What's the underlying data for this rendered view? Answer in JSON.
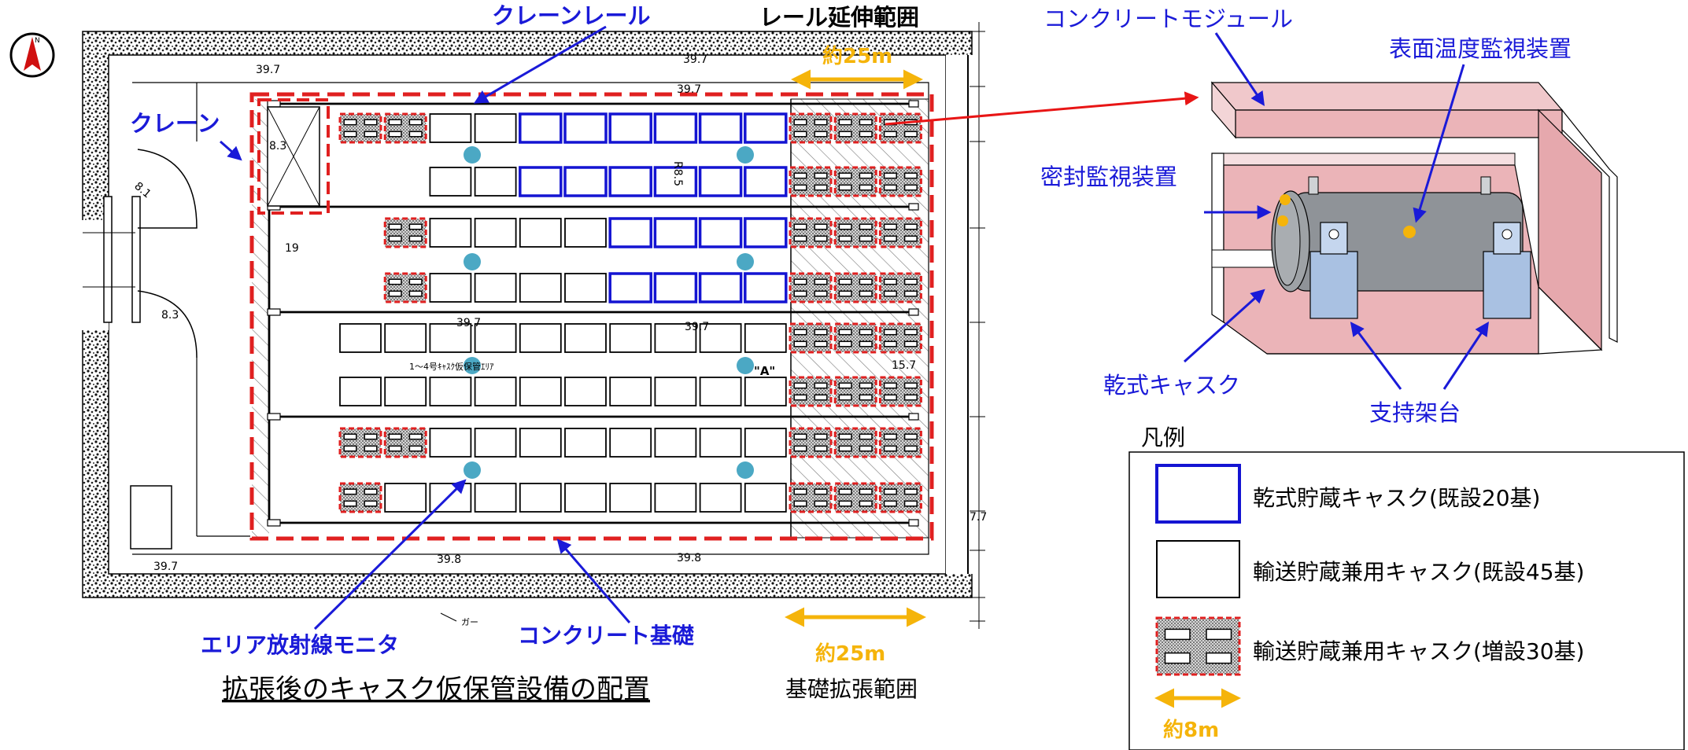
{
  "title": "拡張後のキャスク仮保管設備の配置",
  "compass": {
    "letter": "N"
  },
  "labels": {
    "crane_rail": "クレーンレール",
    "rail_extension": "レール延伸範囲",
    "crane": "クレーン",
    "area_monitor": "エリア放射線モニタ",
    "concrete_foundation": "コンクリート基礎",
    "foundation_extension": "基礎拡張範囲",
    "concrete_module": "コンクリートモジュール",
    "surface_temp_monitor": "表面温度監視装置",
    "seal_monitor": "密封監視装置",
    "dry_cask": "乾式キャスク",
    "support_frame": "支持架台",
    "cask_area_note": "1～4号ｷｬｽｸ仮保管ｴﾘｱ",
    "point_a": "\"A\"",
    "fence": "ガー"
  },
  "extents": {
    "rail_extension": "約25m",
    "foundation_extension": "約25m"
  },
  "dimensions": [
    "39.7",
    "39.7",
    "39.7",
    "39.7",
    "39.7",
    "39.7",
    "39.8",
    "8.3",
    "8.3",
    "15.7",
    "19",
    "R8.5",
    "8.1",
    "7.7"
  ],
  "legend": {
    "title": "凡例",
    "items": [
      {
        "label": "乾式貯蔵キャスク(既設20基)"
      },
      {
        "label": "輸送貯蔵兼用キャスク(既設45基)"
      },
      {
        "label": "輸送貯蔵兼用キャスク(増設30基)"
      }
    ],
    "scale_label": "約8m"
  },
  "colors": {
    "dry_cask_border": "#1414d2",
    "added_cask_border": "#e02020",
    "annotation_blue": "#1a1ad8",
    "arrow_red": "#e81515",
    "extent_orange": "#f5b40a",
    "monitor_dot": "#4ba8c4",
    "concrete_pink": "#ebb4b8"
  },
  "layout": {
    "rows": [
      [
        "H",
        "H",
        "W",
        "W",
        "B",
        "B",
        "B",
        "B",
        "B",
        "B",
        "H",
        "H",
        "H"
      ],
      [
        "_",
        "_",
        "W",
        "W",
        "B",
        "B",
        "B",
        "B",
        "B",
        "B",
        "H",
        "H",
        "H"
      ],
      [
        "_",
        "H",
        "W",
        "W",
        "W",
        "W",
        "B",
        "B",
        "B",
        "B",
        "H",
        "H",
        "H"
      ],
      [
        "_",
        "H",
        "W",
        "W",
        "W",
        "W",
        "B",
        "B",
        "B",
        "B",
        "H",
        "H",
        "H"
      ],
      [
        "W",
        "W",
        "W",
        "W",
        "W",
        "W",
        "W",
        "W",
        "W",
        "W",
        "H",
        "H",
        "H"
      ],
      [
        "W",
        "W",
        "W",
        "W",
        "W",
        "W",
        "W",
        "W",
        "W",
        "W",
        "H",
        "H",
        "H"
      ],
      [
        "H",
        "H",
        "W",
        "W",
        "W",
        "W",
        "W",
        "W",
        "W",
        "W",
        "H",
        "H",
        "H"
      ],
      [
        "H",
        "W",
        "W",
        "W",
        "W",
        "W",
        "W",
        "W",
        "W",
        "W",
        "H",
        "H",
        "H"
      ]
    ]
  }
}
